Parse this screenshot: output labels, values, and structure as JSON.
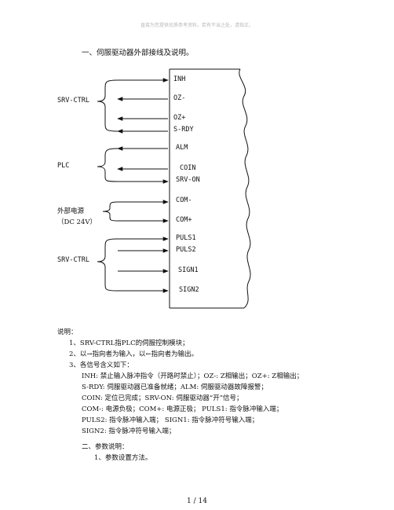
{
  "watermark": "直接为您提供优质参考资料，若有不当之处，请指正。",
  "heading1": "一、伺服驱动器外部接线及说明。",
  "signals": [
    "INH",
    "OZ-",
    "OZ+",
    "S-RDY",
    "ALM",
    "COIN",
    "SRV-ON",
    "COM-",
    "COM+",
    "PULS1",
    "PULS2",
    "SIGN1",
    "SIGN2"
  ],
  "groups": {
    "srv_ctrl_top": "SRV-CTRL",
    "plc": "PLC",
    "power_line1": "外部电源",
    "power_line2": "（DC 24V）",
    "srv_ctrl_bottom": "SRV-CTRL"
  },
  "notes": {
    "title": "说明：",
    "item1": "1、SRV-CTRL指PLC的伺服控制模块；",
    "item2": "2、以→指向者为输入，以←指向者为输出。",
    "item3": "3、各信号含义如下：",
    "def1": "INH: 禁止输入脉冲指令（开路时禁止）；OZ-: Z相输出；OZ+: Z相输出；",
    "def2": "S-RDY: 伺服驱动器已准备就绪；ALM: 伺服驱动器故障报警；",
    "def3": "COIN: 定位已完成；SRV-ON: 伺服驱动器“开”信号；",
    "def4": "COM-: 电源负极；COM+: 电源正极；      PULS1: 指令脉冲输入端；",
    "def5": "PULS2: 指令脉冲输入端；   SIGN1: 指令脉冲符号输入端；",
    "def6": "SIGN2: 指令脉冲符号输入端；"
  },
  "heading2": "二、参数说明：",
  "sub1": "1、参数设置方法。",
  "footer": "1 / 14"
}
